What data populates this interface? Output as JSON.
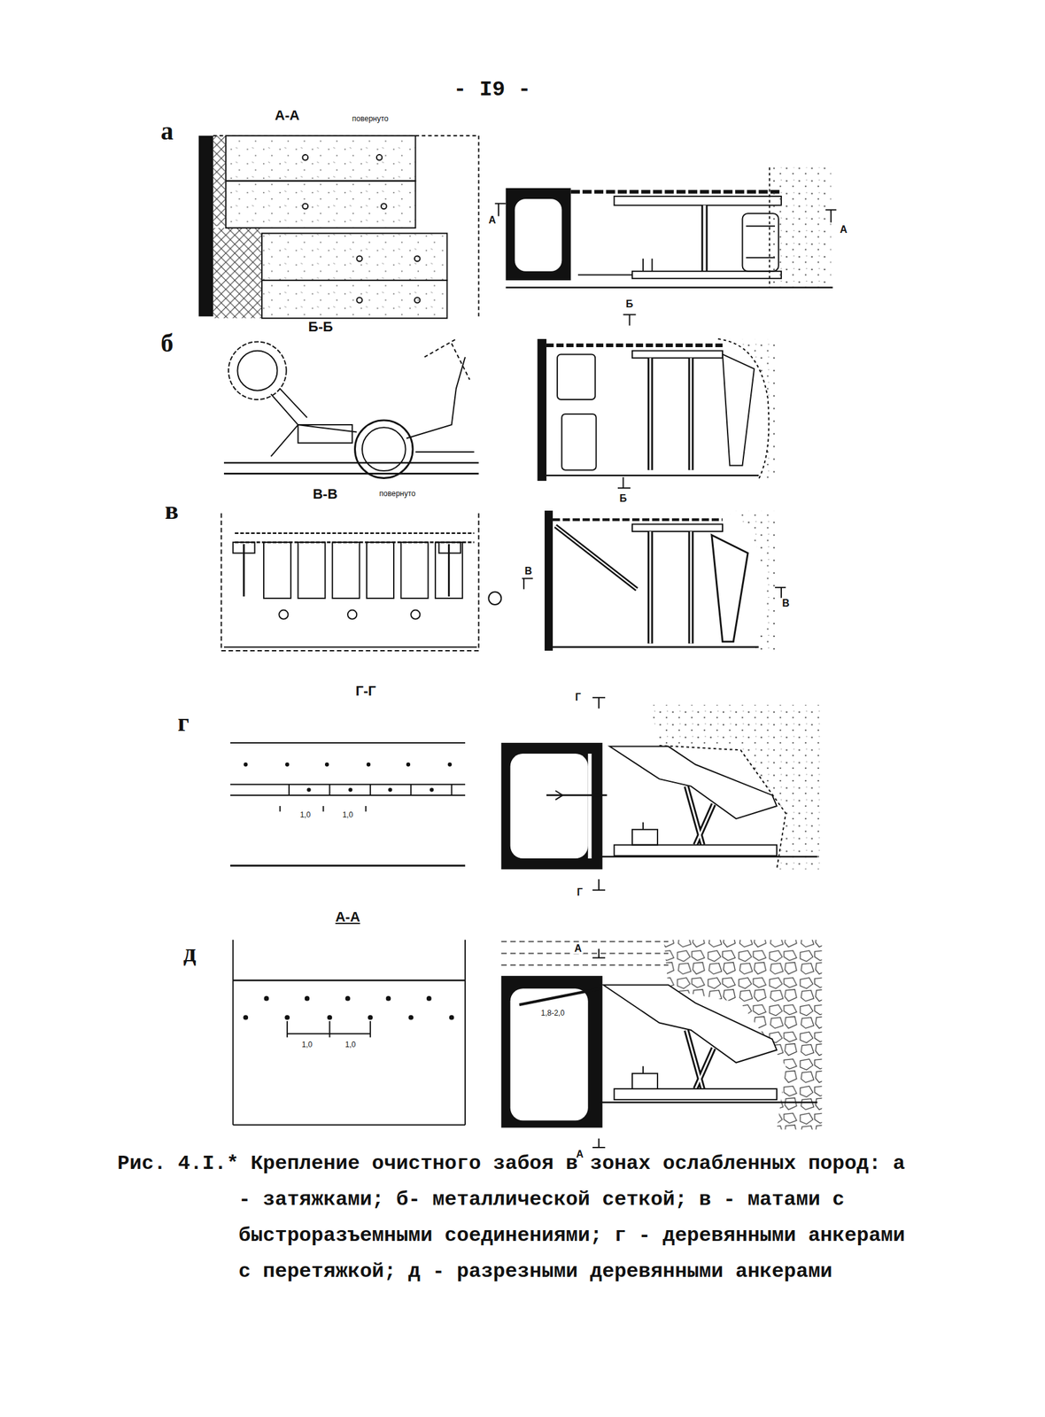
{
  "diagram": {
    "caption": "Рис. 4.I.* Крепление очистного забоя в зонах ослабленных пород: а - затяжками; б- металлической сеткой; в - матами с быстроразъемными соединениями; г - деревянными анкерами с перетяжкой; д - разрезными деревянными анкерами",
    "labels": [
      "- I9 -",
      "а",
      "А-А",
      "повернуто",
      "А",
      "А",
      "б",
      "Б-Б",
      "Б",
      "Б",
      "в",
      "В-В",
      "повернуто",
      "В",
      "В",
      "г",
      "Г-Г",
      "1,0",
      "1,0",
      "Г",
      "Г",
      "д",
      "А-А",
      "1,0",
      "1,0",
      "1,8-2,0",
      "А",
      "А"
    ]
  }
}
